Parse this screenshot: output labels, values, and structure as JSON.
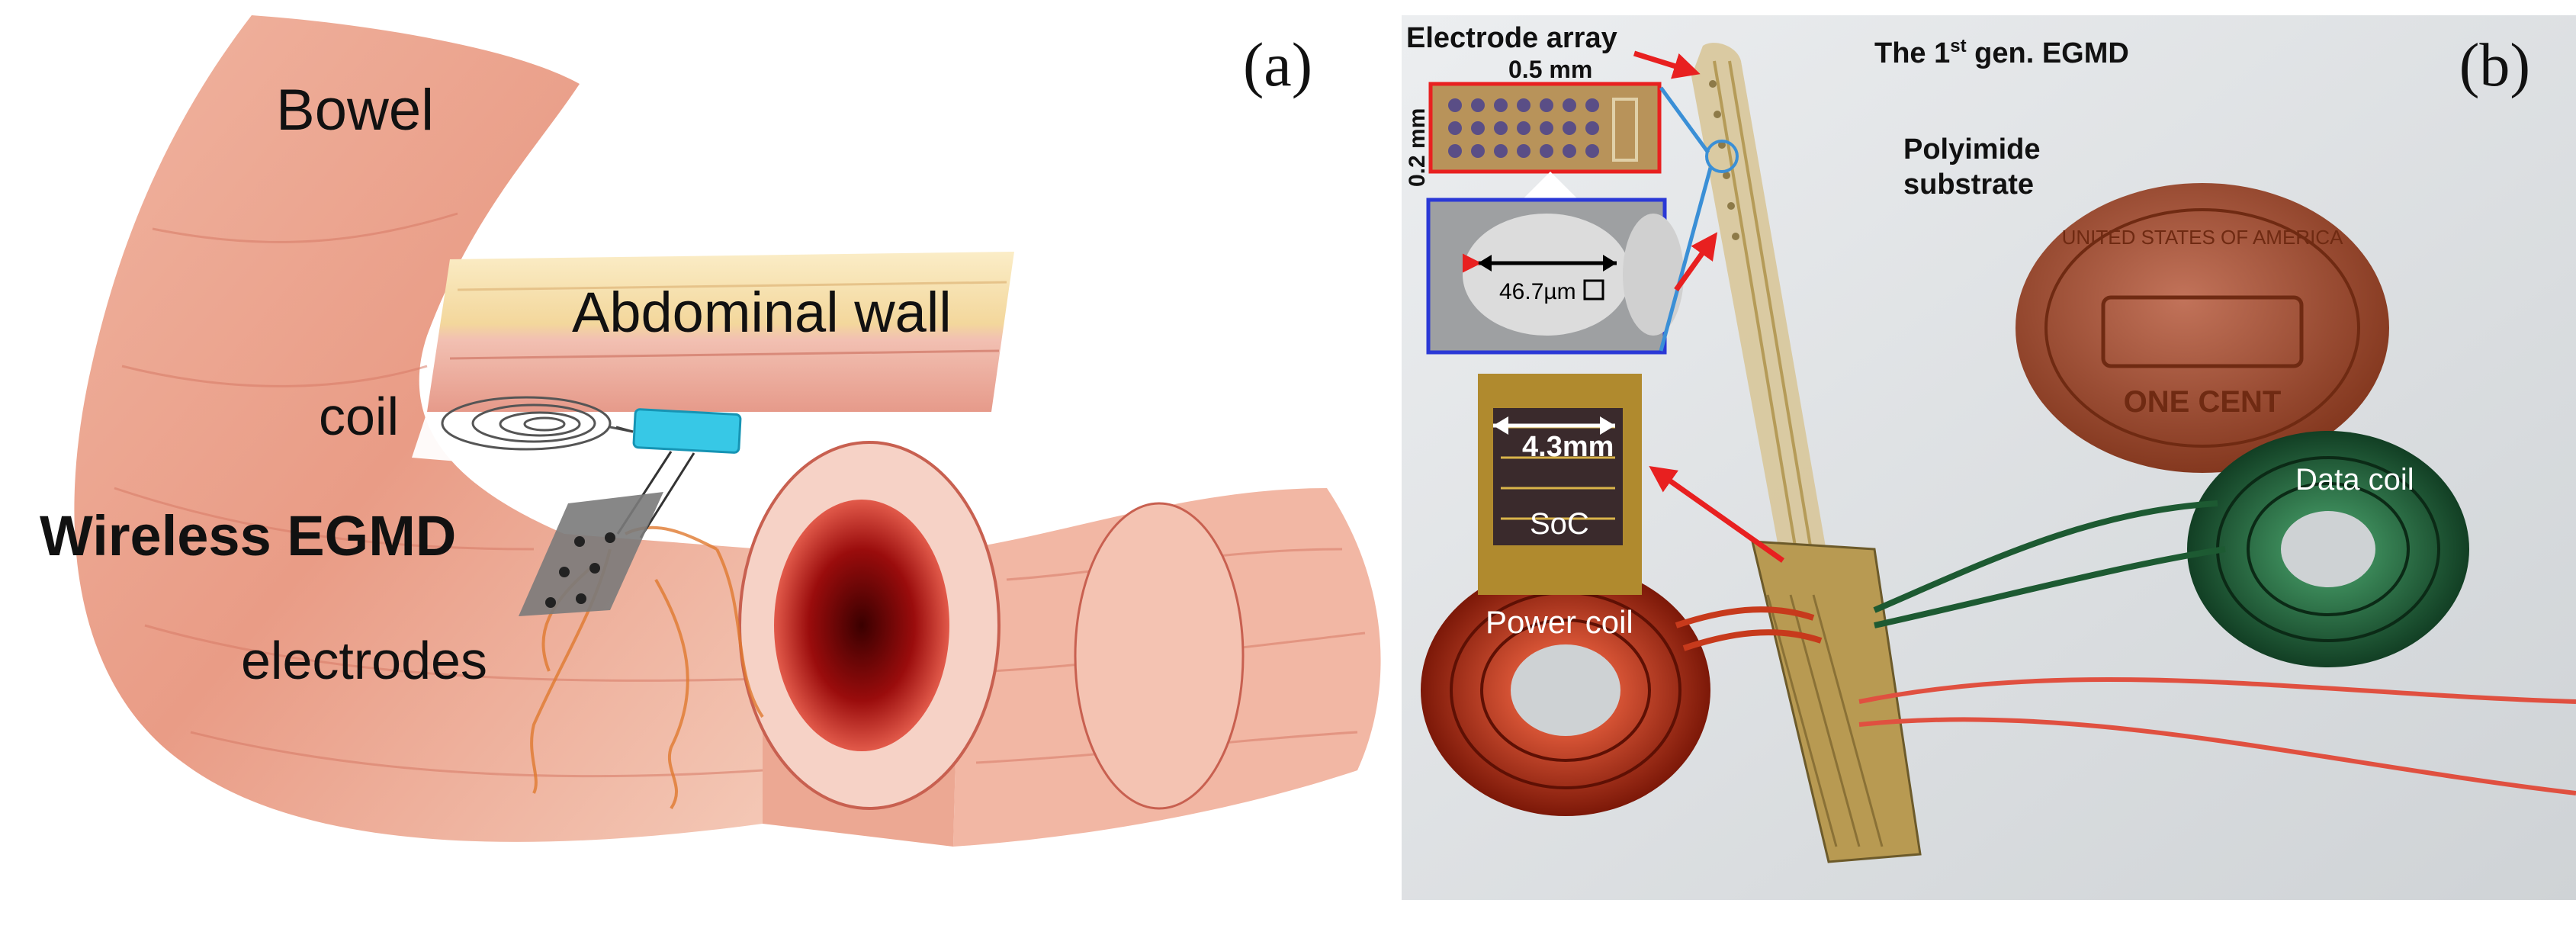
{
  "panel_a": {
    "label": "(a)",
    "bowel_label": "Bowel",
    "abdominal_wall_label": "Abdominal wall",
    "coil_label": "coil",
    "device_label": "Wireless EGMD",
    "electrodes_label": "electrodes"
  },
  "panel_b": {
    "label": "(b)",
    "title_prefix": "The 1",
    "title_sup": "st",
    "title_suffix": " gen. EGMD",
    "electrode_array_label": "Electrode array",
    "width_dim": "0.5 mm",
    "height_dim": "0.2 mm",
    "micro_dim": "46.7µm",
    "polyimide_label_line1": "Polyimide",
    "polyimide_label_line2": "substrate",
    "soc_dim": "4.3mm",
    "soc_label": "SoC",
    "power_coil_label": "Power coil",
    "data_coil_label": "Data coil",
    "penny_text_top": "UNITED STATES OF AMERICA",
    "penny_text_bottom": "ONE CENT"
  },
  "colors": {
    "bowel": "#e8a08c",
    "lumen": "#8c0a0a",
    "arrow_red": "#e82020",
    "connector_blue": "#3a8fd6",
    "inset_red_border": "#e82020",
    "inset_blue_border": "#2a38d6",
    "copper_coil": "#b52a12",
    "green_coil": "#1d5a32",
    "penny": "#a4553a",
    "chip_cyan": "#37c8e6"
  }
}
